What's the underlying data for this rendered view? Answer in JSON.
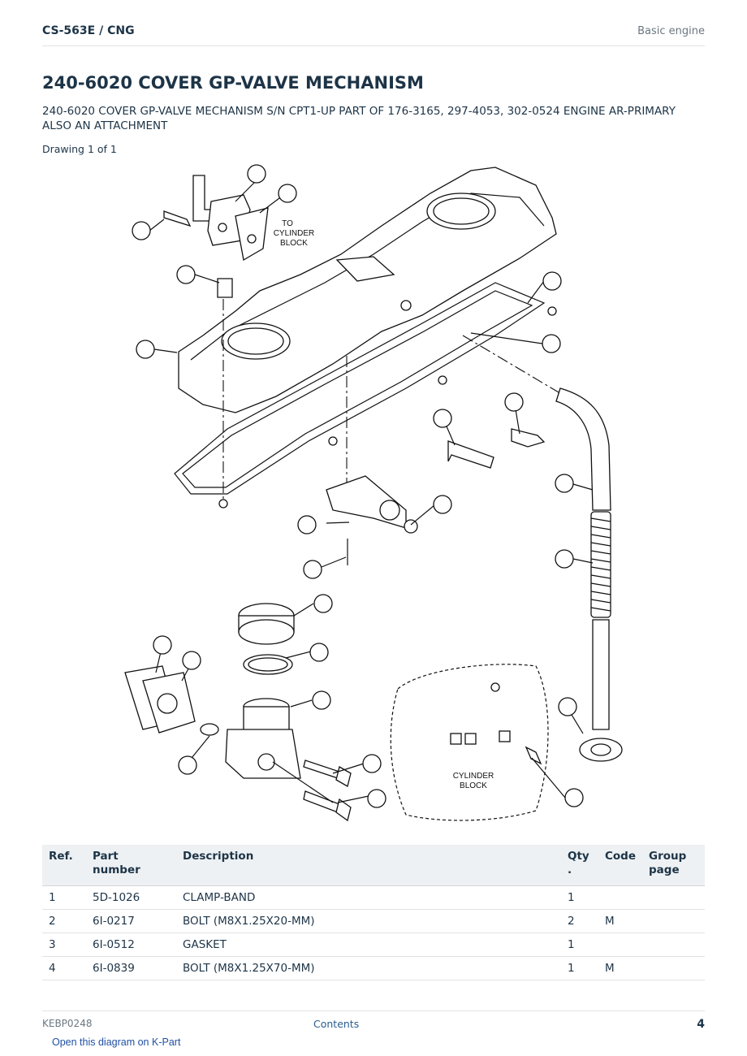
{
  "header": {
    "doc_id": "CS-563E  /  CNG",
    "section": "Basic engine"
  },
  "title": "240-6020 COVER GP-VALVE MECHANISM",
  "subtitle": "240-6020 COVER GP-VALVE MECHANISM S/N CPT1-UP PART OF 176-3165, 297-4053, 302-0524 ENGINE AR-PRIMARY ALSO AN ATTACHMENT",
  "drawing_label": "Drawing 1 of 1",
  "diagram": {
    "label_to_cylinder_block": [
      "TO",
      "CYLINDER",
      "BLOCK"
    ],
    "label_cylinder_block": [
      "CYLINDER",
      "BLOCK"
    ]
  },
  "table": {
    "headers": {
      "ref": "Ref.",
      "part_number": "Part number",
      "description": "Description",
      "qty_line1": "Qty",
      "qty_line2": ".",
      "code": "Code",
      "group_line1": "Group",
      "group_line2": "page"
    },
    "rows": [
      {
        "ref": "1",
        "part_number": "5D-1026",
        "description": "CLAMP-BAND",
        "qty": "1",
        "code": "",
        "group_page": ""
      },
      {
        "ref": "2",
        "part_number": "6I-0217",
        "description": "BOLT (M8X1.25X20-MM)",
        "qty": "2",
        "code": "M",
        "group_page": ""
      },
      {
        "ref": "3",
        "part_number": "6I-0512",
        "description": "GASKET",
        "qty": "1",
        "code": "",
        "group_page": ""
      },
      {
        "ref": "4",
        "part_number": "6I-0839",
        "description": "BOLT (M8X1.25X70-MM)",
        "qty": "1",
        "code": "M",
        "group_page": ""
      }
    ]
  },
  "footer": {
    "code": "KEBP0248",
    "contents_link": "Contents",
    "page_number": "4"
  },
  "open_link": "Open this diagram on K-Part"
}
